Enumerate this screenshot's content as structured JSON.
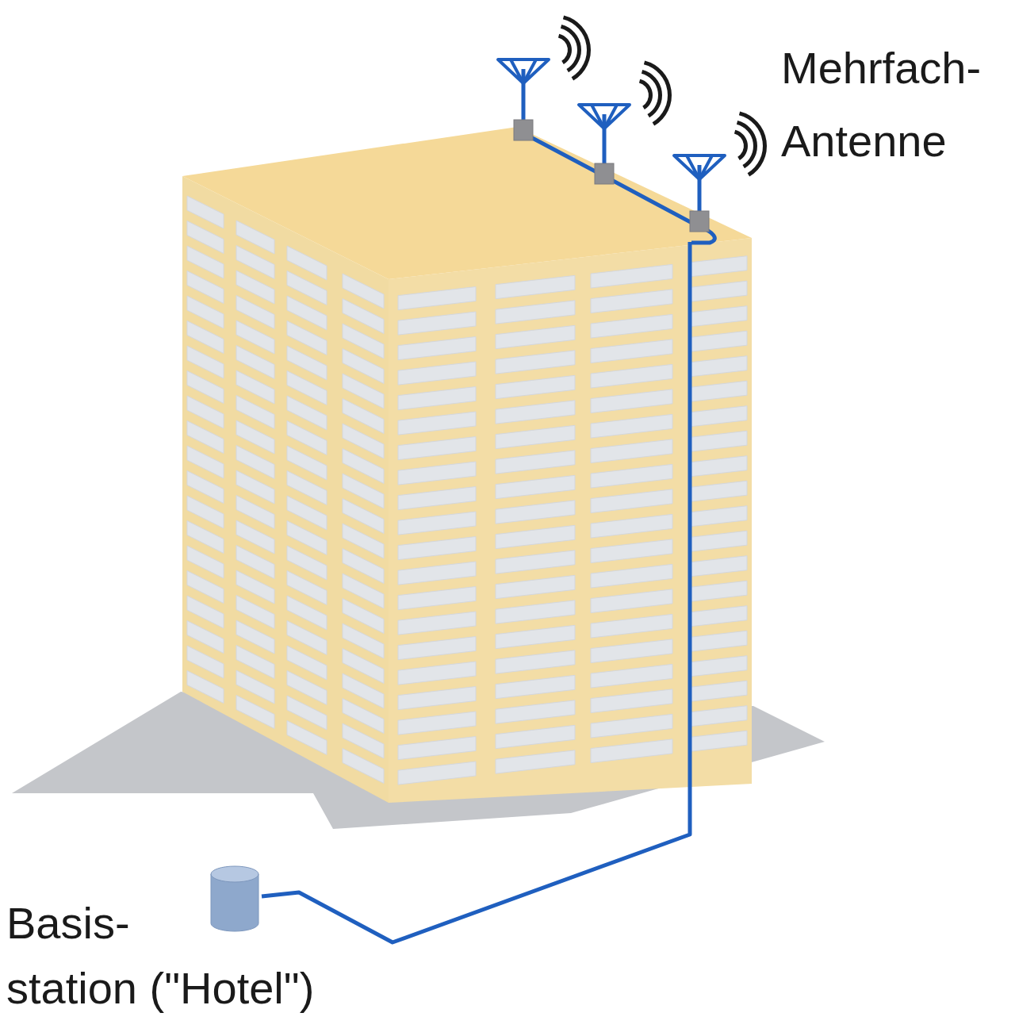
{
  "diagram": {
    "nodes": [
      {
        "text": [
          "Mehrfach- Antenne"
        ]
      },
      {
        "text": [
          "Basis- station (\"Hotel\")"
        ]
      }
    ],
    "edges": [
      {
        "from": 1,
        "to": 0,
        "arrow": "none"
      }
    ]
  }
}
